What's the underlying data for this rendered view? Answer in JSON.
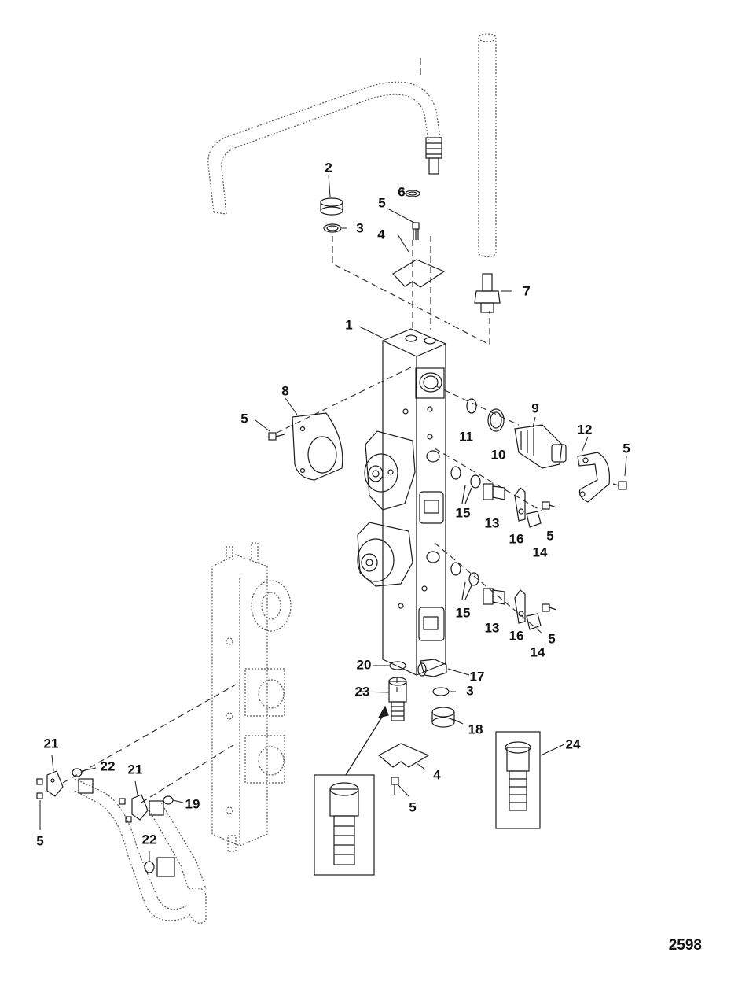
{
  "figure_number": "2598",
  "callouts": [
    {
      "key": "c1",
      "text": "1"
    },
    {
      "key": "c2",
      "text": "2"
    },
    {
      "key": "c3a",
      "text": "3"
    },
    {
      "key": "c3b",
      "text": "3"
    },
    {
      "key": "c4a",
      "text": "4"
    },
    {
      "key": "c4b",
      "text": "4"
    },
    {
      "key": "c5a",
      "text": "5"
    },
    {
      "key": "c5b",
      "text": "5"
    },
    {
      "key": "c5c",
      "text": "5"
    },
    {
      "key": "c5d",
      "text": "5"
    },
    {
      "key": "c5e",
      "text": "5"
    },
    {
      "key": "c5f",
      "text": "5"
    },
    {
      "key": "c5g",
      "text": "5"
    },
    {
      "key": "c6",
      "text": "6"
    },
    {
      "key": "c7",
      "text": "7"
    },
    {
      "key": "c8",
      "text": "8"
    },
    {
      "key": "c9",
      "text": "9"
    },
    {
      "key": "c10",
      "text": "10"
    },
    {
      "key": "c11",
      "text": "11"
    },
    {
      "key": "c12",
      "text": "12"
    },
    {
      "key": "c13a",
      "text": "13"
    },
    {
      "key": "c13b",
      "text": "13"
    },
    {
      "key": "c14a",
      "text": "14"
    },
    {
      "key": "c14b",
      "text": "14"
    },
    {
      "key": "c15a",
      "text": "15"
    },
    {
      "key": "c15b",
      "text": "15"
    },
    {
      "key": "c16a",
      "text": "16"
    },
    {
      "key": "c16b",
      "text": "16"
    },
    {
      "key": "c17",
      "text": "17"
    },
    {
      "key": "c18",
      "text": "18"
    },
    {
      "key": "c19",
      "text": "19"
    },
    {
      "key": "c20",
      "text": "20"
    },
    {
      "key": "c21a",
      "text": "21"
    },
    {
      "key": "c21b",
      "text": "21"
    },
    {
      "key": "c22a",
      "text": "22"
    },
    {
      "key": "c22b",
      "text": "22"
    },
    {
      "key": "c23",
      "text": "23"
    },
    {
      "key": "c24",
      "text": "24"
    }
  ]
}
